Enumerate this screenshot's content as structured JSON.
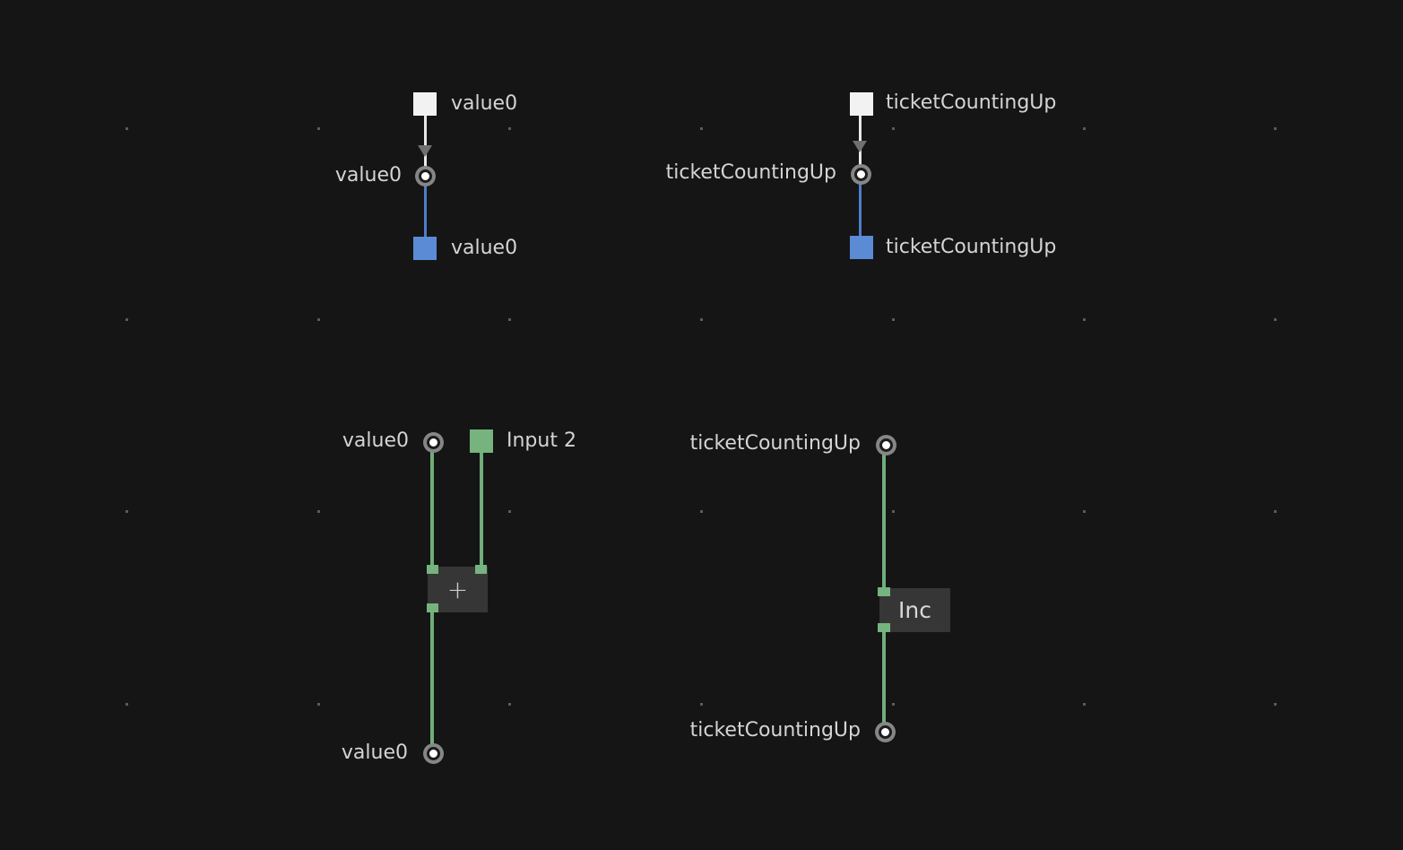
{
  "canvas": {
    "grid": {
      "rows": [
        143,
        356,
        570,
        785
      ],
      "cols": [
        141,
        355,
        568,
        782,
        996,
        1209,
        1422
      ]
    }
  },
  "colors": {
    "canvas_bg": "#151515",
    "dot_color": "#5b5b5b",
    "white_port": "#f2f2f2",
    "blue_port": "#5c8bd6",
    "green_port": "#76b37f",
    "white_wire": "#e8e8e8",
    "blue_wire": "#4c7ecb",
    "green_wire": "#6fae7b",
    "node_box": "#363636",
    "pad_ring": "#868686",
    "pad_center": "#ffffff",
    "arrow": "#707070",
    "label": "#d4d4d4"
  },
  "pipelines": {
    "value0_io": {
      "source_port_label": "value0",
      "pad_label": "value0",
      "sink_port_label": "value0"
    },
    "ticket_io": {
      "source_port_label": "ticketCountingUp",
      "pad_label": "ticketCountingUp",
      "sink_port_label": "ticketCountingUp"
    },
    "add_graph": {
      "input_pad_label": "value0",
      "input2_port_label": "Input 2",
      "operator_label": "+",
      "output_pad_label": "value0"
    },
    "inc_graph": {
      "input_pad_label": "ticketCountingUp",
      "operator_label": "Inc",
      "output_pad_label": "ticketCountingUp"
    }
  }
}
